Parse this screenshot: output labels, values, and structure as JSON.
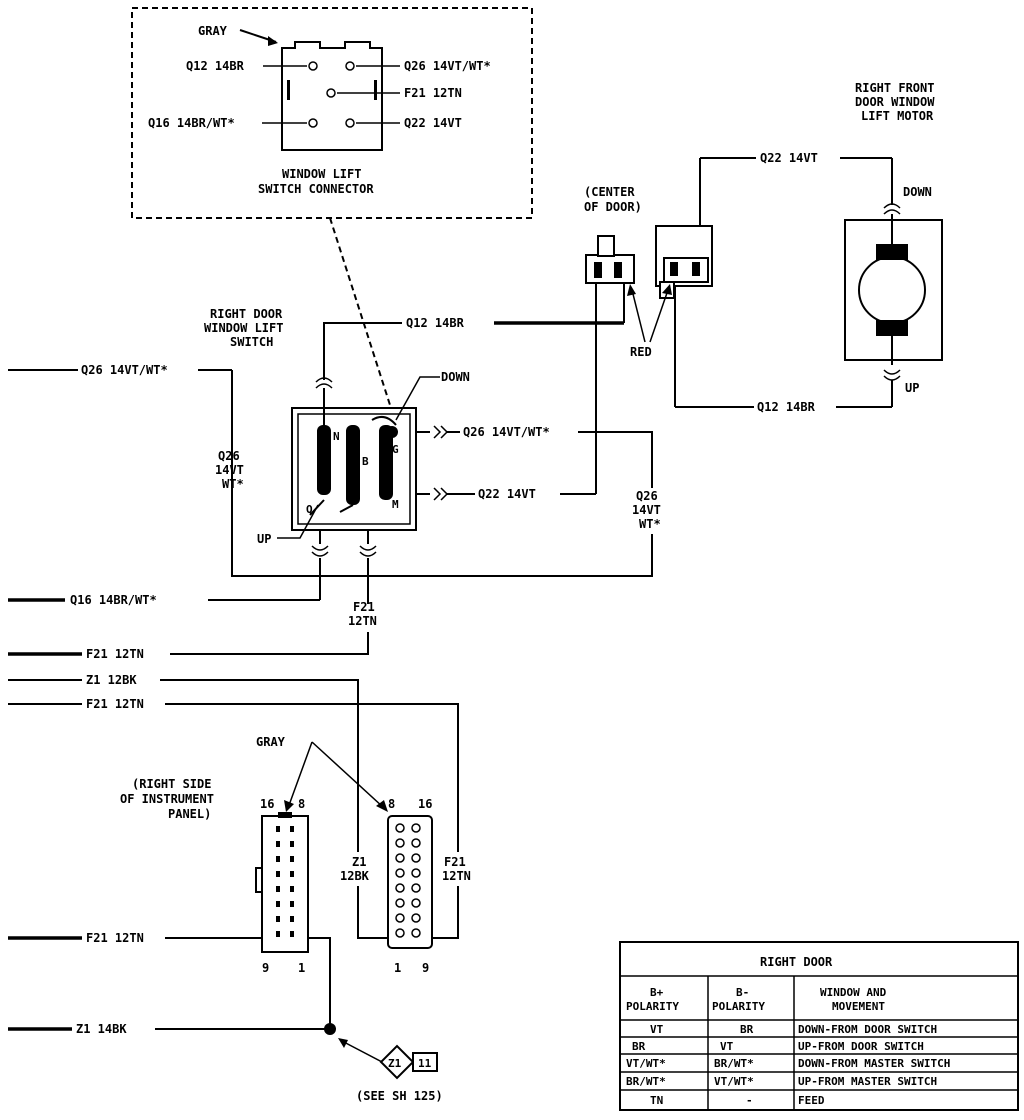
{
  "connector_detail": {
    "color": "GRAY",
    "pins": {
      "q12": "Q12 14BR",
      "q26": "Q26 14VT/WT*",
      "f21": "F21 12TN",
      "q16": "Q16 14BR/WT*",
      "q22": "Q22 14VT"
    },
    "title_line1": "WINDOW LIFT",
    "title_line2": "SWITCH CONNECTOR"
  },
  "motor": {
    "title_line1": "RIGHT FRONT",
    "title_line2": "DOOR WINDOW",
    "title_line3": "LIFT MOTOR",
    "down": "DOWN",
    "up": "UP",
    "q22_wire": "Q22 14VT",
    "q12_wire": "Q12 14BR"
  },
  "center_door": {
    "line1": "(CENTER",
    "line2": "OF DOOR)",
    "red": "RED"
  },
  "switch": {
    "title_line1": "RIGHT DOOR",
    "title_line2": "WINDOW LIFT",
    "title_line3": "SWITCH",
    "down": "DOWN",
    "up": "UP",
    "term_n": "N",
    "term_b": "B",
    "term_g": "G",
    "term_m": "M",
    "term_q": "Q",
    "q12_wire": "Q12 14BR",
    "q26_out": "Q26 14VT/WT*",
    "q22_out": "Q22 14VT"
  },
  "wires": {
    "q26_left": "Q26 14VT/WT*",
    "q26_vert_1": "Q26",
    "q26_vert_2": "14VT",
    "q26_vert_3": "WT*",
    "q16_left": "Q16 14BR/WT*",
    "f21_vert_1": "F21",
    "f21_vert_2": "12TN",
    "f21_left_1": "F21 12TN",
    "z1_left_1": "Z1 12BK",
    "f21_left_2": "F21 12TN",
    "f21_left_3": "F21 12TN",
    "z1_left_2": "Z1 14BK",
    "z1_vert_1": "Z1",
    "z1_vert_2": "12BK",
    "f21_vert_b1": "F21",
    "f21_vert_b2": "12TN"
  },
  "instrument_panel": {
    "color": "GRAY",
    "line1": "(RIGHT SIDE",
    "line2": "OF INSTRUMENT",
    "line3": "PANEL)",
    "pin16": "16",
    "pin8": "8",
    "pin9": "9",
    "pin1": "1"
  },
  "ref_tag": {
    "id": "Z1",
    "num": "11",
    "see": "(SEE SH 125)"
  },
  "legend": {
    "title": "RIGHT DOOR",
    "headers": [
      "B+\nPOLARITY",
      "B-\nPOLARITY",
      "WINDOW AND\nMOVEMENT"
    ],
    "rows": [
      [
        "VT",
        "BR",
        "DOWN-FROM DOOR SWITCH"
      ],
      [
        "BR",
        "VT",
        "UP-FROM DOOR SWITCH"
      ],
      [
        "VT/WT*",
        "BR/WT*",
        "DOWN-FROM MASTER SWITCH"
      ],
      [
        "BR/WT*",
        "VT/WT*",
        "UP-FROM MASTER SWITCH"
      ],
      [
        "TN",
        "-",
        "FEED"
      ]
    ]
  }
}
